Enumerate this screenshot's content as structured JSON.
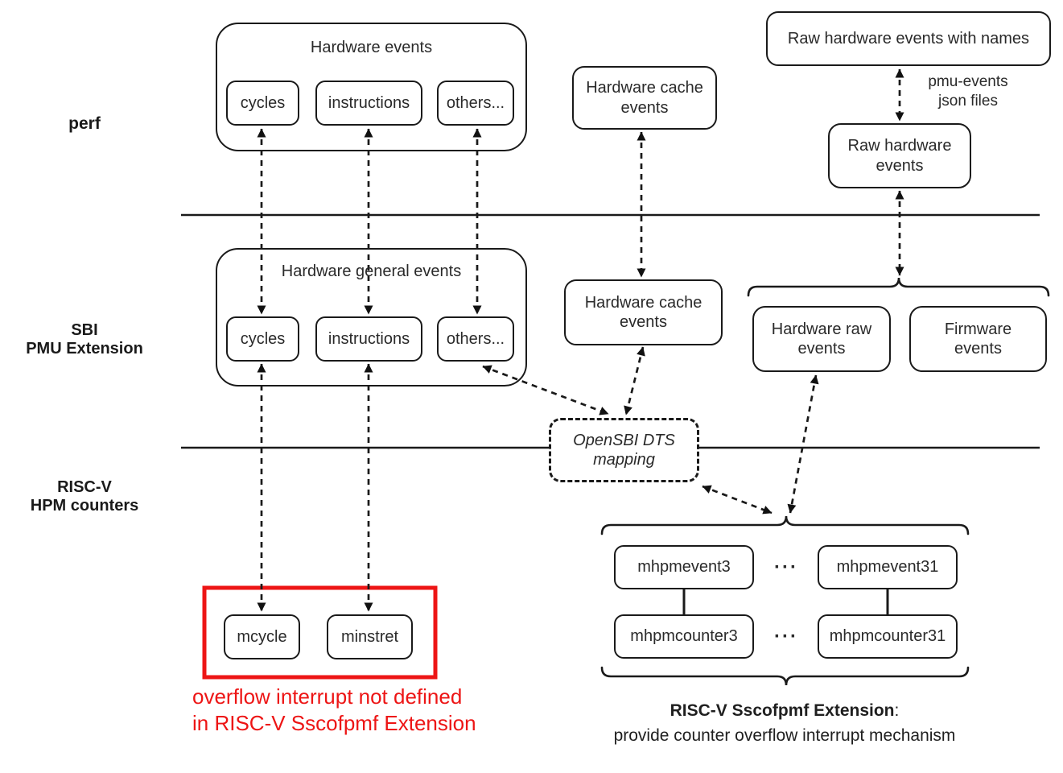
{
  "colors": {
    "ink": "#1a1a1a",
    "alert_red": "#ed1515",
    "background": "#ffffff"
  },
  "lanes": {
    "perf": {
      "label": "perf"
    },
    "sbi_pmu": {
      "line1": "SBI",
      "line2": "PMU Extension"
    },
    "riscv_hpm": {
      "line1": "RISC-V",
      "line2": "HPM counters"
    }
  },
  "perf_layer": {
    "hardware_events_group": {
      "title": "Hardware events",
      "cycles": "cycles",
      "instructions": "instructions",
      "others": "others..."
    },
    "hardware_cache_events": "Hardware cache events",
    "raw_hardware_events_with_names": "Raw hardware events with names",
    "pmu_events_note": {
      "line1": "pmu-events",
      "line2": "json files"
    },
    "raw_hardware_events": "Raw hardware events"
  },
  "sbi_layer": {
    "hardware_general_events_group": {
      "title": "Hardware general events",
      "cycles": "cycles",
      "instructions": "instructions",
      "others": "others..."
    },
    "hardware_cache_events": "Hardware cache events",
    "hardware_raw_events": "Hardware raw events",
    "firmware_events": "Firmware events",
    "opensbi_dts_mapping": "OpenSBI DTS mapping"
  },
  "hpm_layer": {
    "mcycle": "mcycle",
    "minstret": "minstret",
    "overflow_note": {
      "line1": "overflow interrupt not defined",
      "line2": "in RISC-V Sscofpmf Extension"
    },
    "mhpmevent3": "mhpmevent3",
    "mhpmevent31": "mhpmevent31",
    "mhpmcounter3": "mhpmcounter3",
    "mhpmcounter31": "mhpmcounter31",
    "ellipsis": "···",
    "sscofpmf_caption": {
      "title": "RISC-V Sscofpmf Extension",
      "colon": ":",
      "subtitle": "provide counter overflow interrupt mechanism"
    }
  }
}
